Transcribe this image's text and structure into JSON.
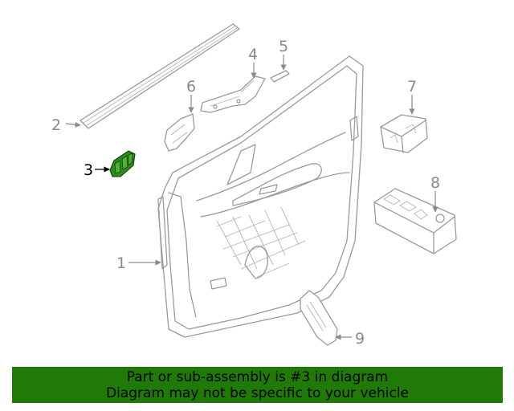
{
  "callouts": [
    "1",
    "2",
    "3",
    "4",
    "5",
    "6",
    "7",
    "8",
    "9"
  ],
  "highlighted_part": "3",
  "highlight_color": "#2e8b1d",
  "banner": {
    "background": "#1f7a07",
    "line1": "Part or sub-assembly is #3 in diagram",
    "line2": "Diagram may not be specific to your vehicle"
  }
}
